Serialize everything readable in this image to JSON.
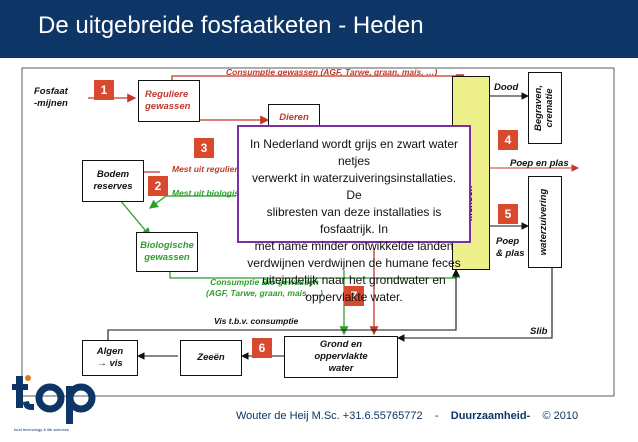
{
  "slide": {
    "title": "De uitgebreide fosfaatketen - Heden"
  },
  "boxes": {
    "fosfaat_mijnen": "",
    "reguliere_gewassen": "Reguliere\ngewassen",
    "bodem_reserves": "Bodem\nreserves",
    "biologische_gewassen": "Biologische\ngewassen",
    "mensen": "Mensen",
    "begraven": "Begraven,\ncrematie",
    "waterzuivering": "waterzuivering",
    "algen": "Algen\n→ vis",
    "zeeen": "Zeeën",
    "grond_oppervlakte": "Grond en\noppervlakte\nwater",
    "dieren": "Dieren"
  },
  "labels": {
    "fosfaat_mijnen": "Fosfaat\n-mijnen",
    "consumptie_gewassen": "Consumptie gewassen (AGF, Tarwe, graan, mais, …)",
    "mest_regulier": "Mest uit reguliere",
    "mest_biologisch": "Mest uit biologis",
    "consumptie_bio": "Consumptie Bio-gewassen\n(AGF, Tarwe, graan, mais, …)",
    "vis_consumptie": "Vis t.b.v. consumptie",
    "dood": "Dood",
    "poep_en_plas": "Poep en plas",
    "poep_plas": "Poep\n& plas",
    "slib": "Slib"
  },
  "badges": [
    "1",
    "2",
    "3",
    "4",
    "5",
    "6",
    "7"
  ],
  "callout": {
    "text": "In Nederland wordt grijs en zwart water netjes\nverwerkt in waterzuiveringsinstallaties. De\nslibresten van deze installaties is fosfaatrijk. In\nmet name minder ontwikkelde landen\nverdwijnen verdwijnen de humane feces\nuiteindelijk naar het grondwater en\noppervlakte water."
  },
  "footer": {
    "author": "Wouter de Heij M.Sc. +31.6.55765772",
    "separator": "-",
    "topic": "Duurzaamheid-",
    "copyright": "© 2010"
  },
  "logo": {
    "text": "top",
    "subtitle": "food technology & life sciences"
  },
  "colors": {
    "title_bar": "#0d3566",
    "accent_red": "#c0392b",
    "accent_green": "#2e9e2e",
    "mensen_fill": "#eef08c",
    "badge": "#d8492e",
    "callout_border": "#7b2fa0"
  }
}
